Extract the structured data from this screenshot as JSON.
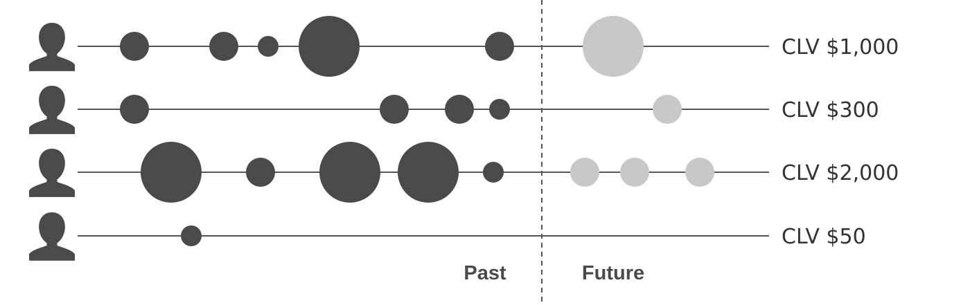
{
  "colors": {
    "past_purchase": "#4a4a4a",
    "future_purchase": "#c8c8c8",
    "timeline": "#555555",
    "divider": "#555555",
    "avatar": "#4a4a4a",
    "text": "#333333"
  },
  "icons": {
    "customer": "person-silhouette-icon"
  },
  "labels": {
    "past": "Past",
    "future": "Future"
  },
  "customers": [
    {
      "clv": "CLV $1,000",
      "purchases": [
        {
          "period": "past",
          "size": "medium"
        },
        {
          "period": "past",
          "size": "medium"
        },
        {
          "period": "past",
          "size": "small"
        },
        {
          "period": "past",
          "size": "large"
        },
        {
          "period": "past",
          "size": "medium"
        },
        {
          "period": "future",
          "size": "large"
        }
      ]
    },
    {
      "clv": "CLV $300",
      "purchases": [
        {
          "period": "past",
          "size": "medium"
        },
        {
          "period": "past",
          "size": "medium"
        },
        {
          "period": "past",
          "size": "medium"
        },
        {
          "period": "past",
          "size": "small"
        },
        {
          "period": "future",
          "size": "medium"
        }
      ]
    },
    {
      "clv": "CLV $2,000",
      "purchases": [
        {
          "period": "past",
          "size": "large"
        },
        {
          "period": "past",
          "size": "medium"
        },
        {
          "period": "past",
          "size": "large"
        },
        {
          "period": "past",
          "size": "large"
        },
        {
          "period": "past",
          "size": "small"
        },
        {
          "period": "future",
          "size": "medium"
        },
        {
          "period": "future",
          "size": "medium"
        },
        {
          "period": "future",
          "size": "medium"
        }
      ]
    },
    {
      "clv": "CLV $50",
      "purchases": [
        {
          "period": "past",
          "size": "small"
        }
      ]
    }
  ]
}
